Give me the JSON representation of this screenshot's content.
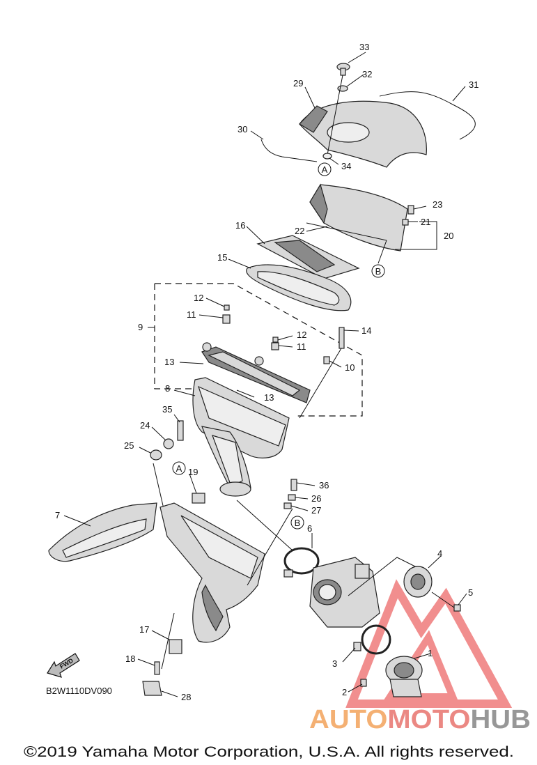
{
  "diagram_code": "B2W1110DV090",
  "copyright": "©2019 Yamaha Motor Corporation, U.S.A. All rights reserved.",
  "watermark": {
    "part1": "AUTO",
    "part2": "MOTO",
    "part3": "HUB",
    "color_auto": "#f2a25a",
    "color_moto": "#e8736d",
    "color_hub": "#8c8c8c",
    "triangle_color": "#e63232"
  },
  "fwd_label": "FWD",
  "ref_markers": [
    "A",
    "A",
    "B",
    "B"
  ],
  "callouts": [
    "33",
    "32",
    "29",
    "31",
    "30",
    "34",
    "23",
    "21",
    "20",
    "22",
    "16",
    "15",
    "12",
    "11",
    "9",
    "12",
    "11",
    "14",
    "13",
    "10",
    "13",
    "8",
    "35",
    "24",
    "25",
    "19",
    "36",
    "26",
    "27",
    "7",
    "6",
    "4",
    "5",
    "17",
    "18",
    "3",
    "1",
    "2",
    "28"
  ]
}
